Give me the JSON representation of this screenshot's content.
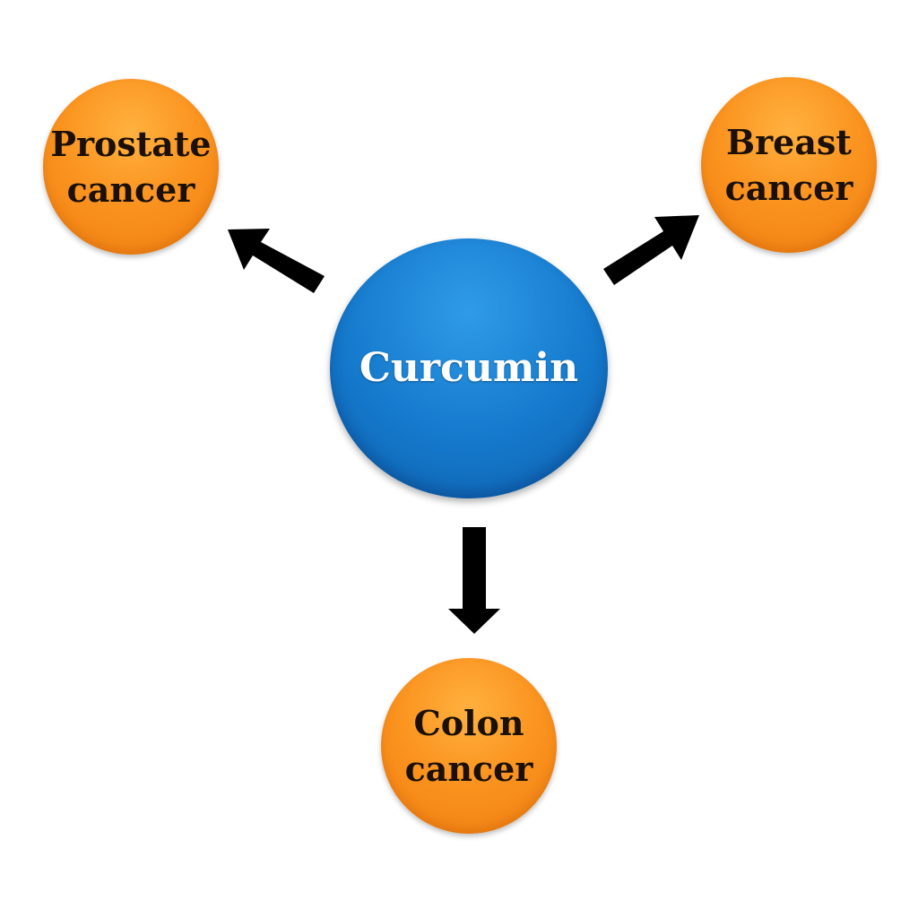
{
  "center": {
    "label": "Curcumin",
    "color": "#1579cc"
  },
  "targets": [
    {
      "id": "prostate",
      "label": "Prostate\ncancer",
      "color": "#f7941e"
    },
    {
      "id": "breast",
      "label": "Breast\ncancer",
      "color": "#f7941e"
    },
    {
      "id": "colon",
      "label": "Colon\ncancer",
      "color": "#f7941e"
    }
  ],
  "edges": [
    {
      "from": "Curcumin",
      "to": "Prostate cancer"
    },
    {
      "from": "Curcumin",
      "to": "Breast cancer"
    },
    {
      "from": "Curcumin",
      "to": "Colon cancer"
    }
  ]
}
